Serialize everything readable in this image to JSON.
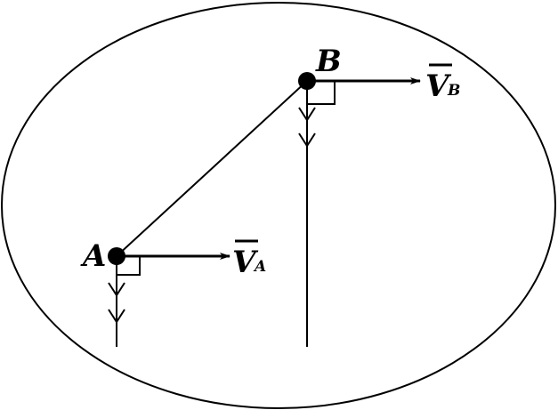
{
  "points": [
    {
      "id": "A",
      "label": "A"
    },
    {
      "id": "B",
      "label": "B"
    }
  ],
  "vectors": [
    {
      "id": "VA",
      "symbol": "V",
      "subscript": "A"
    },
    {
      "id": "VB",
      "symbol": "V",
      "subscript": "B"
    }
  ],
  "colors": {
    "ink": "#000000",
    "background": "#ffffff"
  }
}
